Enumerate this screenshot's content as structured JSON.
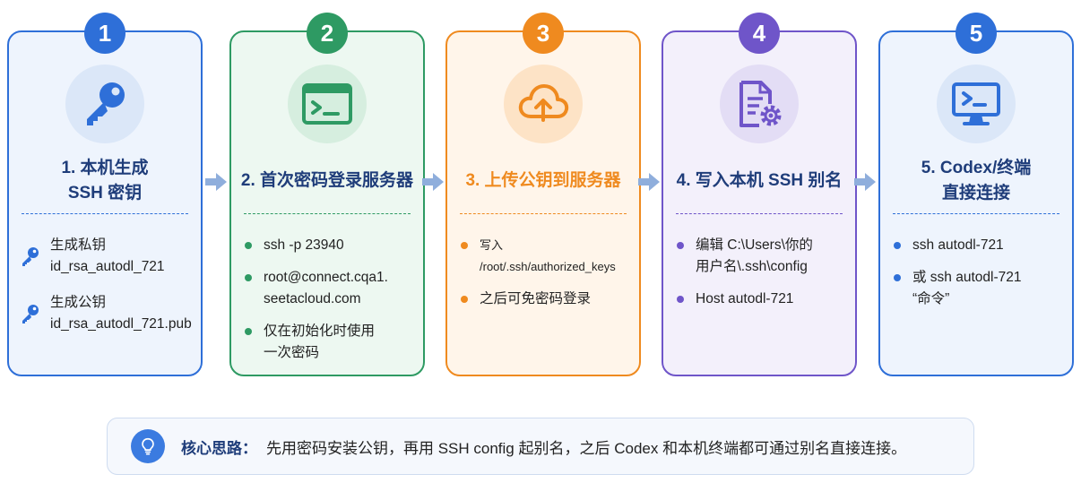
{
  "steps": [
    {
      "num": "1",
      "title": [
        "1. 本机生成",
        "SSH 密钥"
      ],
      "items": [
        "生成私钥\nid_rsa_autodl_721",
        "生成公钥\nid_rsa_autodl_721.pub"
      ],
      "icon": "key-icon",
      "color": "#2e6fd8",
      "bg": "#eef4fd",
      "icon_bg": "#dbe7f8"
    },
    {
      "num": "2",
      "title": [
        "2. 首次密码登录服务器"
      ],
      "items": [
        "ssh -p 23940",
        "root@connect.cqa1.\nseetacloud.com",
        "仅在初始化时使用\n一次密码"
      ],
      "icon": "terminal-window-icon",
      "color": "#2e9a63",
      "bg": "#edf8f1",
      "icon_bg": "#d6eedf"
    },
    {
      "num": "3",
      "title": [
        "3. 上传公钥到服务器"
      ],
      "items": [
        "写入\n/root/.ssh/authorized_keys",
        "之后可免密码登录"
      ],
      "icon": "cloud-upload-icon",
      "color": "#ef8a1f",
      "bg": "#fff5ea",
      "icon_bg": "#fde3c6"
    },
    {
      "num": "4",
      "title": [
        "4. 写入本机 SSH 别名"
      ],
      "items": [
        "编辑 C:\\Users\\你的\n用户名\\.ssh\\config",
        "Host autodl-721"
      ],
      "icon": "config-file-icon",
      "color": "#6f55c9",
      "bg": "#f3f0fb",
      "icon_bg": "#e3ddf5"
    },
    {
      "num": "5",
      "title": [
        "5. Codex/终端",
        "直接连接"
      ],
      "items": [
        "ssh autodl-721",
        "或 ssh autodl-721\n“命令”"
      ],
      "icon": "monitor-terminal-icon",
      "color": "#2e6fd8",
      "bg": "#eef4fd",
      "icon_bg": "#dbe7f8"
    }
  ],
  "tip": {
    "label": "核心思路：",
    "text": "先用密码安装公钥，再用 SSH config 起别名，之后 Codex 和本机终端都可通过别名直接连接。",
    "icon": "lightbulb-icon"
  },
  "colors": {
    "arrow": "#8faedc",
    "heading_text": "#1f3d7a"
  }
}
